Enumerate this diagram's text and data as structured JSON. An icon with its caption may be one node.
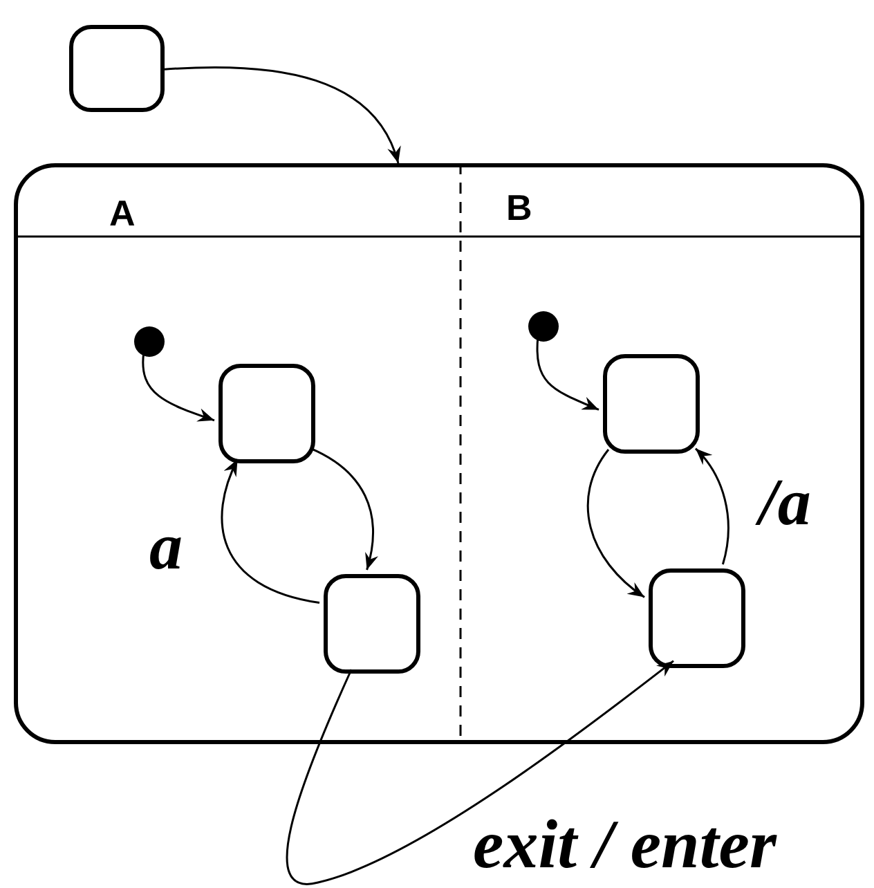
{
  "diagram": {
    "nodes": [
      {
        "text": [],
        "shape": "box"
      },
      {
        "text": [],
        "shape": "box"
      },
      {
        "text": [
          "A"
        ],
        "in": 1
      },
      {
        "text": [
          "B"
        ],
        "in": 1
      },
      {
        "text": [],
        "shape": "circle",
        "in": 2
      },
      {
        "text": [],
        "shape": "box",
        "in": 2
      },
      {
        "text": [],
        "shape": "box",
        "in": 2
      },
      {
        "text": [],
        "shape": "circle",
        "in": 3
      },
      {
        "text": [],
        "shape": "box",
        "in": 3
      },
      {
        "text": [],
        "shape": "box",
        "in": 3
      }
    ],
    "edges": [
      {
        "from": 0,
        "to": 1,
        "arrow": "to"
      },
      {
        "from": 4,
        "to": 5,
        "arrow": "to"
      },
      {
        "from": 5,
        "to": 6,
        "arrow": "to"
      },
      {
        "from": 6,
        "to": 5,
        "arrow": "to",
        "label": "a"
      },
      {
        "from": 7,
        "to": 8,
        "arrow": "to"
      },
      {
        "from": 8,
        "to": 9,
        "arrow": "to"
      },
      {
        "from": 9,
        "to": 8,
        "arrow": "to",
        "label": "/a"
      },
      {
        "from": 6,
        "to": 9,
        "arrow": "to",
        "label": "exit / enter"
      }
    ]
  }
}
